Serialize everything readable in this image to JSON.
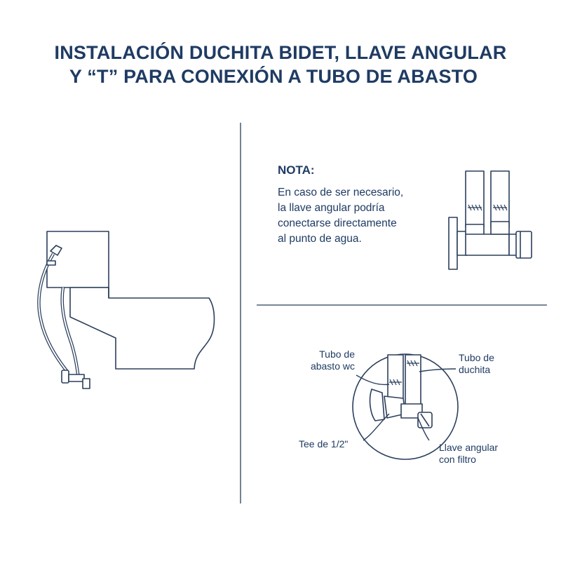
{
  "title": {
    "line1": "INSTALACIÓN DUCHITA BIDET, LLAVE ANGULAR",
    "line2": "Y “T” PARA CONEXIÓN A TUBO DE ABASTO"
  },
  "note": {
    "heading": "NOTA:",
    "lines": [
      "En caso de ser necesario,",
      "la llave angular podría",
      "conectarse directamente",
      "al punto de agua."
    ]
  },
  "detail_labels": {
    "supply_tube": [
      "Tubo de",
      "abasto wc"
    ],
    "shower_tube": [
      "Tubo de",
      "duchita"
    ],
    "tee": [
      "Tee de 1/2\""
    ],
    "angle_valve": [
      "Llave angular",
      "con filtro"
    ]
  },
  "colors": {
    "ink": "#1f3b63",
    "line": "#2b3f5c"
  }
}
